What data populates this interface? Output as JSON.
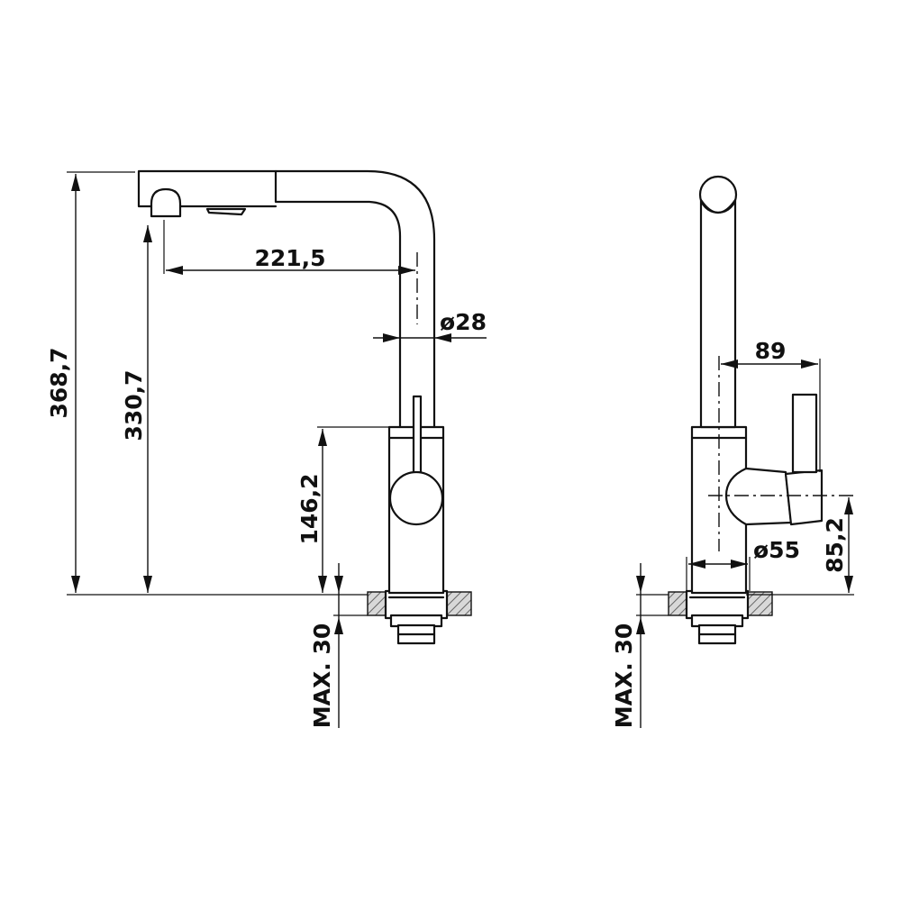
{
  "front_view": {
    "overall_height": "368,7",
    "spout_height": "330,7",
    "spout_reach": "221,5",
    "spout_tube_diameter": "ø28",
    "body_height": "146,2",
    "max_countertop": "MAX. 30"
  },
  "side_view": {
    "handle_offset": "89",
    "handle_axis_height": "85,2",
    "body_diameter": "ø55",
    "max_countertop": "MAX. 30"
  },
  "colors": {
    "line": "#111111",
    "background": "#ffffff"
  }
}
